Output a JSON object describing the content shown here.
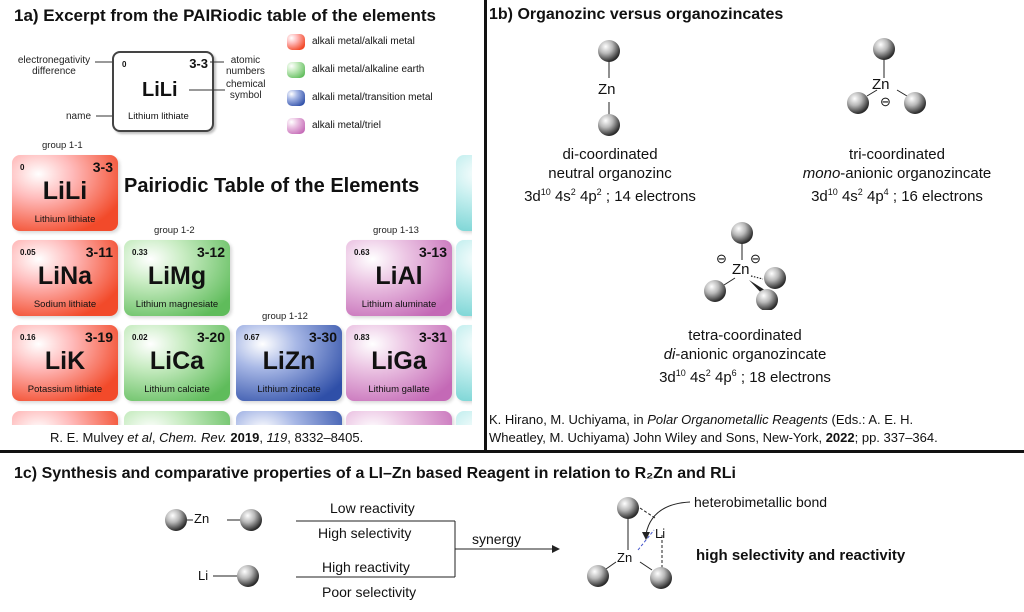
{
  "panel_a": {
    "title": "1a) Excerpt from the PAIRiodic table of the elements",
    "key_tile": {
      "en": "0",
      "an": "3-3",
      "symbol": "LiLi",
      "name": "Lithium lithiate",
      "labels": {
        "electronegativity_1": "electronegativity",
        "electronegativity_2": "difference",
        "name": "name",
        "atomic_1": "atomic",
        "atomic_2": "numbers",
        "chemical_1": "chemical",
        "chemical_2": "symbol"
      }
    },
    "legend": [
      {
        "label": "alkali metal/alkali metal",
        "color": "#f24a2a"
      },
      {
        "label": "alkali metal/alkaline earth",
        "color": "#5fbc5b"
      },
      {
        "label": "alkali metal/transition metal",
        "color": "#2f4fa8"
      },
      {
        "label": "alkali metal/triel",
        "color": "#c469b6"
      }
    ],
    "table_title": "Pairiodic Table of the Elements",
    "groups": [
      "group 1-1",
      "group 1-2",
      "group 1-12",
      "group 1-13"
    ],
    "tiles": [
      {
        "en": "0",
        "an": "3-3",
        "symbol": "LiLi",
        "name": "Lithium lithiate"
      },
      {
        "en": "0.05",
        "an": "3-11",
        "symbol": "LiNa",
        "name": "Sodium lithiate"
      },
      {
        "en": "0.33",
        "an": "3-12",
        "symbol": "LiMg",
        "name": "Lithium magnesiate"
      },
      {
        "en": "0.63",
        "an": "3-13",
        "symbol": "LiAl",
        "name": "Lithium aluminate"
      },
      {
        "en": "0.16",
        "an": "3-19",
        "symbol": "LiK",
        "name": "Potassium lithiate"
      },
      {
        "en": "0.02",
        "an": "3-20",
        "symbol": "LiCa",
        "name": "Lithium calciate"
      },
      {
        "en": "0.67",
        "an": "3-30",
        "symbol": "LiZn",
        "name": "Lithium zincate"
      },
      {
        "en": "0.83",
        "an": "3-31",
        "symbol": "LiGa",
        "name": "Lithium gallate"
      }
    ],
    "reference": {
      "authors": "R. E. Mulvey ",
      "etal": "et al",
      "sep1": ", ",
      "journal": "Chem. Rev.",
      "sep2": " ",
      "year": "2019",
      "sep3": ", ",
      "volume": "119",
      "pages": ", 8332–8405."
    }
  },
  "panel_b": {
    "title": "1b) Organozinc versus organozincates",
    "zn": "Zn",
    "di": {
      "line1": "di-coordinated",
      "line2": "neutral organozinc",
      "config": [
        "3d",
        "10",
        " 4s",
        "2",
        " 4p",
        "2",
        " ; 14 electrons"
      ]
    },
    "tri": {
      "line1": "tri-coordinated",
      "line2_italic": "mono",
      "line2_rest": "-anionic organozincate",
      "config": [
        "3d",
        "10",
        " 4s",
        "2",
        " 4p",
        "4",
        " ; 16 electrons"
      ]
    },
    "tetra": {
      "line1": "tetra-coordinated",
      "line2_italic": "di",
      "line2_rest": "-anionic organozincate",
      "config": [
        "3d",
        "10",
        " 4s",
        "2",
        " 4p",
        "6",
        " ; 18 electrons"
      ]
    },
    "charge": "⊖",
    "reference": {
      "line1_a": "K. Hirano, M. Uchiyama, in ",
      "line1_italic": "Polar Organometallic Reagents",
      "line1_b": " (Eds.: A. E. H.",
      "line2_a": "Wheatley, M. Uchiyama) John Wiley and Sons, New-York, ",
      "line2_bold": "2022",
      "line2_b": "; pp. 337–364."
    }
  },
  "panel_c": {
    "title": "1c) Synthesis and comparative properties of a LI–Zn based Reagent in relation to R₂Zn and RLi",
    "zn": "Zn",
    "li": "Li",
    "top_above": "Low reactivity",
    "top_below": "High selectivity",
    "bottom_above": "High reactivity",
    "bottom_below": "Poor selectivity",
    "arrow_label": "synergy",
    "bond_label": "heterobimetallic bond",
    "result": "high selectivity and reactivity"
  }
}
